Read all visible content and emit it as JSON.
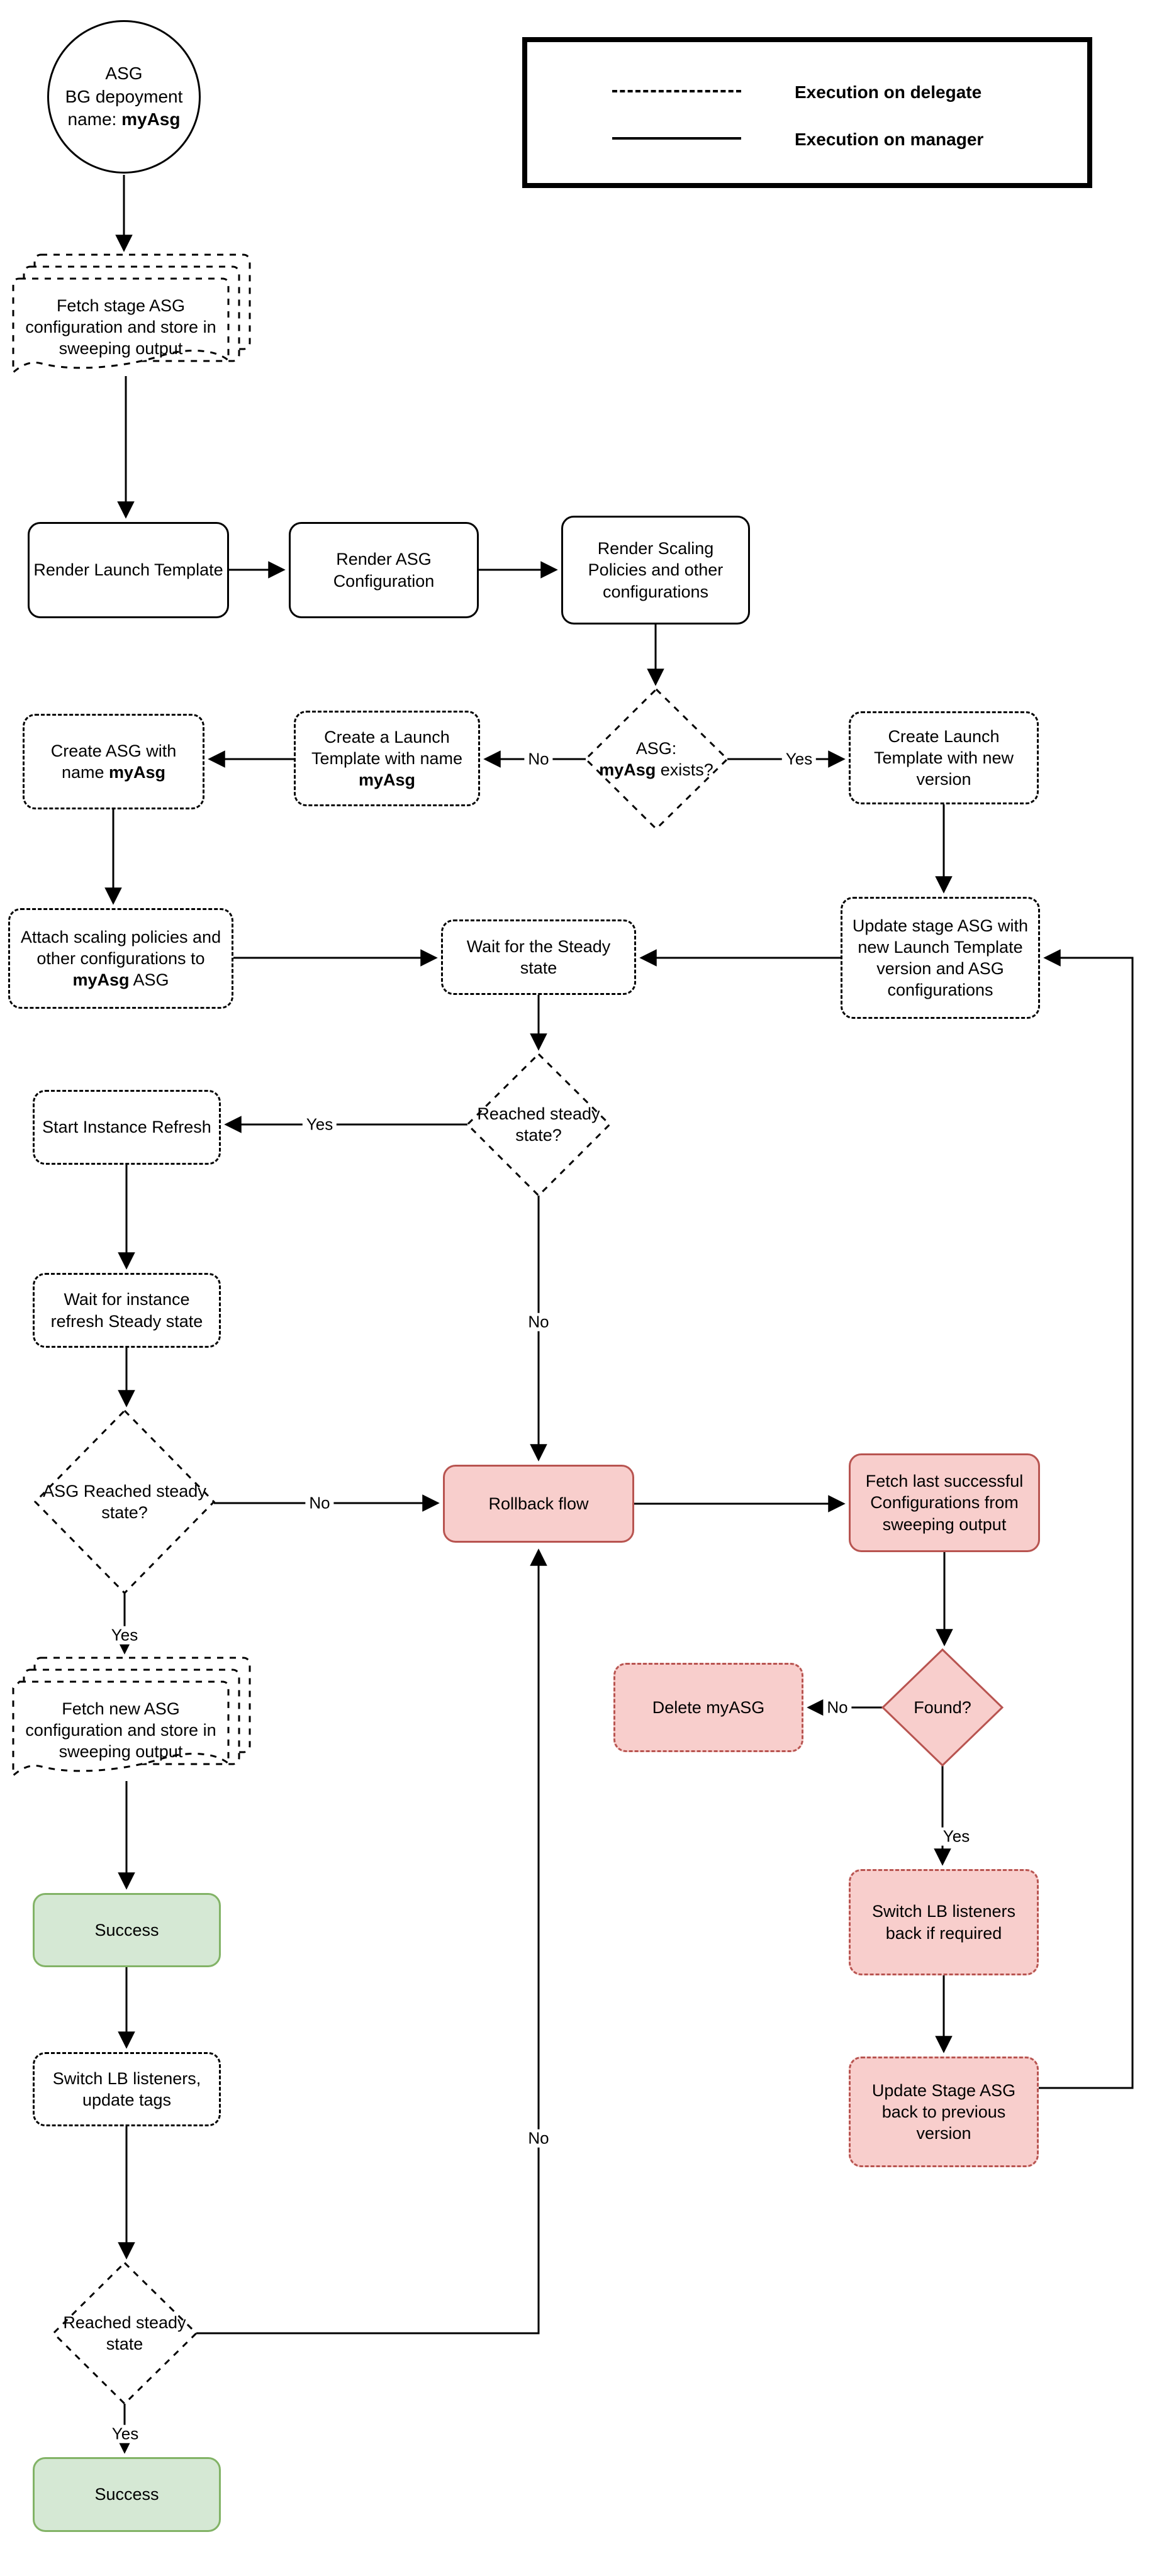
{
  "legend": {
    "items": [
      {
        "style": "dashed",
        "label": "Execution on delegate"
      },
      {
        "style": "solid",
        "label": "Execution on manager"
      }
    ]
  },
  "colors": {
    "red_fill": "#f8cecc",
    "red_stroke": "#b85450",
    "green_fill": "#d5e8d4",
    "green_stroke": "#82b366",
    "line": "#000000"
  },
  "nodes": {
    "start_circle": {
      "line1": "ASG",
      "line2": "BG depoyment",
      "line3_prefix": "name: ",
      "line3_bold": "myAsg"
    },
    "fetch_stage_doc": {
      "label": "Fetch stage ASG configuration and store in sweeping output"
    },
    "render_launch_template": {
      "label": "Render Launch Template"
    },
    "render_asg_configuration": {
      "label": "Render ASG Configuration"
    },
    "render_scaling_policies": {
      "label": "Render Scaling Policies and other configurations"
    },
    "asg_exists_decision": {
      "line1": "ASG:",
      "bold": "myAsg",
      "suffix": " exists?"
    },
    "create_launch_template": {
      "prefix": "Create a Launch Template with name ",
      "bold": "myAsg"
    },
    "create_asg": {
      "prefix": "Create ASG with name ",
      "bold": "myAsg"
    },
    "create_launch_template_new_version": {
      "label": "Create Launch Template with new version"
    },
    "attach_scaling_policies": {
      "prefix": "Attach scaling policies and other configurations to ",
      "bold": "myAsg",
      "suffix": " ASG"
    },
    "wait_steady_state": {
      "label": "Wait for the Steady state"
    },
    "update_stage_asg": {
      "label": "Update stage ASG with new Launch Template version and ASG configurations"
    },
    "reached_steady_decision": {
      "label": "Reached steady state?"
    },
    "start_instance_refresh": {
      "label": "Start Instance Refresh"
    },
    "wait_instance_refresh": {
      "label": "Wait for instance refresh Steady state"
    },
    "asg_reached_steady_decision": {
      "label": "ASG Reached steady state?"
    },
    "rollback_flow": {
      "label": "Rollback flow"
    },
    "fetch_last_successful": {
      "label": "Fetch last successful Configurations from sweeping output"
    },
    "found_decision": {
      "label": "Found?"
    },
    "delete_myasg": {
      "label": "Delete myASG"
    },
    "fetch_new_asg_doc": {
      "label": "Fetch new ASG configuration and store in sweeping output"
    },
    "success_main": {
      "label": "Success"
    },
    "switch_lb_listeners": {
      "label": "Switch LB listeners, update tags"
    },
    "switch_lb_back": {
      "label": "Switch LB listeners back if required"
    },
    "update_stage_asg_back": {
      "label": "Update Stage ASG back to previous version"
    },
    "reached_steady_final_decision": {
      "label": "Reached steady state"
    },
    "success_final": {
      "label": "Success"
    }
  },
  "edge_labels": {
    "no_exists": "No",
    "yes_exists": "Yes",
    "yes_steady": "Yes",
    "no_steady": "No",
    "no_asg_steady": "No",
    "yes_asg_steady": "Yes",
    "no_found": "No",
    "yes_found": "Yes",
    "no_loop": "No",
    "yes_final": "Yes"
  }
}
